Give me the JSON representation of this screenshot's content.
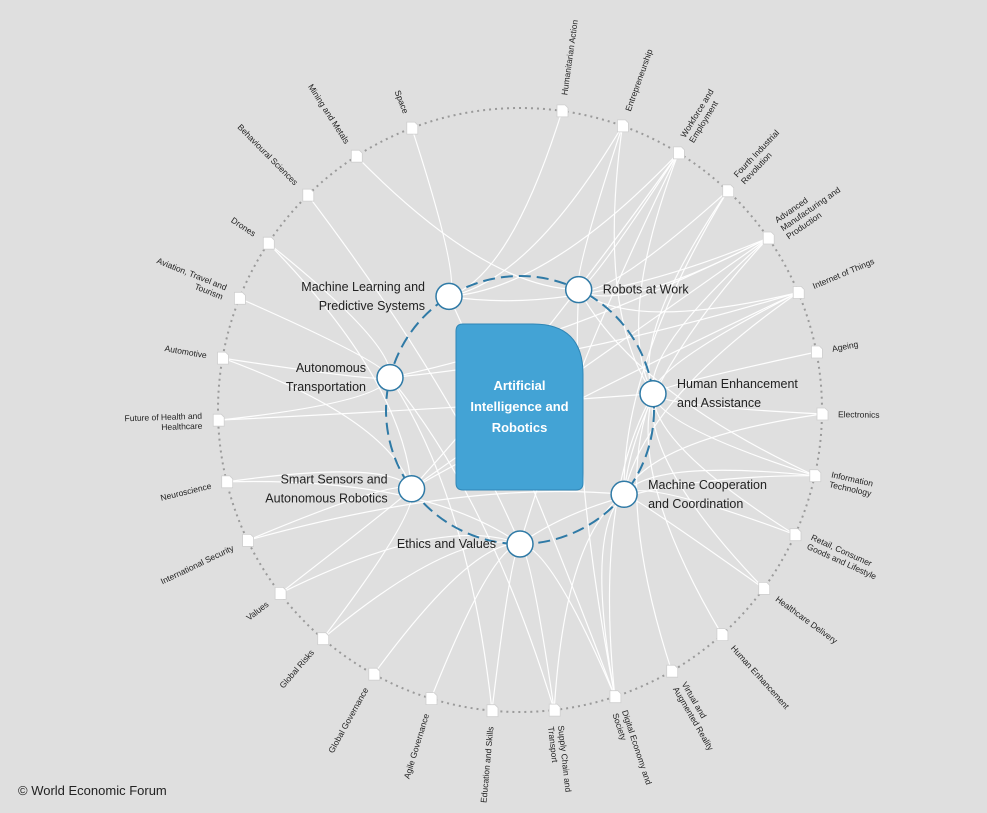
{
  "center": {
    "lines": [
      "Artificial",
      "Intelligence and",
      "Robotics"
    ],
    "color": "#43a3d5"
  },
  "subtopics": [
    {
      "lines": [
        "Machine Learning and",
        "Predictive Systems"
      ]
    },
    {
      "lines": [
        "Robots at Work"
      ]
    },
    {
      "lines": [
        "Human Enhancement",
        "and Assistance"
      ]
    },
    {
      "lines": [
        "Machine Cooperation",
        "and Coordination"
      ]
    },
    {
      "lines": [
        "Ethics and Values"
      ]
    },
    {
      "lines": [
        "Smart Sensors and",
        "Autonomous Robotics"
      ]
    },
    {
      "lines": [
        "Autonomous",
        "Transportation"
      ]
    }
  ],
  "topics": [
    {
      "lines": [
        "Humanitarian Action"
      ]
    },
    {
      "lines": [
        "Entrepreneurship"
      ]
    },
    {
      "lines": [
        "Workforce and",
        "Employment"
      ]
    },
    {
      "lines": [
        "Fourth Industrial",
        "Revolution"
      ]
    },
    {
      "lines": [
        "Advanced",
        "Manufacturing and",
        "Production"
      ]
    },
    {
      "lines": [
        "Internet of Things"
      ]
    },
    {
      "lines": [
        "Ageing"
      ]
    },
    {
      "lines": [
        "Electronics"
      ]
    },
    {
      "lines": [
        "Information",
        "Technology"
      ]
    },
    {
      "lines": [
        "Retail, Consumer",
        "Goods and Lifestyle"
      ]
    },
    {
      "lines": [
        "Healthcare Delivery"
      ]
    },
    {
      "lines": [
        "Human Enhancement"
      ]
    },
    {
      "lines": [
        "Virtual and",
        "Augmented Reality"
      ]
    },
    {
      "lines": [
        "Digital Economy and",
        "Society"
      ]
    },
    {
      "lines": [
        "Supply Chain and",
        "Transport"
      ]
    },
    {
      "lines": [
        "Education and Skills"
      ]
    },
    {
      "lines": [
        "Agile Governance"
      ]
    },
    {
      "lines": [
        "Global Governance"
      ]
    },
    {
      "lines": [
        "Global Risks"
      ]
    },
    {
      "lines": [
        "Values"
      ]
    },
    {
      "lines": [
        "International Security"
      ]
    },
    {
      "lines": [
        "Neuroscience"
      ]
    },
    {
      "lines": [
        "Future of Health and",
        "Healthcare"
      ]
    },
    {
      "lines": [
        "Automotive"
      ]
    },
    {
      "lines": [
        "Aviation, Travel and",
        "Tourism"
      ]
    },
    {
      "lines": [
        "Drones"
      ]
    },
    {
      "lines": [
        "Behavioural Sciences"
      ]
    },
    {
      "lines": [
        "Mining and Metals"
      ]
    },
    {
      "lines": [
        "Space"
      ]
    }
  ],
  "links": [
    [
      0,
      1
    ],
    [
      0,
      2
    ],
    [
      0,
      4
    ],
    [
      0,
      13
    ],
    [
      1,
      1
    ],
    [
      1,
      2
    ],
    [
      1,
      3
    ],
    [
      1,
      4
    ],
    [
      1,
      5
    ],
    [
      1,
      13
    ],
    [
      1,
      27
    ],
    [
      2,
      2
    ],
    [
      2,
      3
    ],
    [
      2,
      4
    ],
    [
      2,
      5
    ],
    [
      2,
      6
    ],
    [
      2,
      7
    ],
    [
      2,
      8
    ],
    [
      2,
      9
    ],
    [
      2,
      10
    ],
    [
      2,
      11
    ],
    [
      2,
      12
    ],
    [
      2,
      13
    ],
    [
      2,
      22
    ],
    [
      3,
      3
    ],
    [
      3,
      4
    ],
    [
      3,
      5
    ],
    [
      3,
      8
    ],
    [
      3,
      9
    ],
    [
      3,
      10
    ],
    [
      3,
      13
    ],
    [
      3,
      14
    ],
    [
      3,
      20
    ],
    [
      4,
      2
    ],
    [
      4,
      13
    ],
    [
      4,
      14
    ],
    [
      4,
      15
    ],
    [
      4,
      16
    ],
    [
      4,
      17
    ],
    [
      4,
      18
    ],
    [
      4,
      19
    ],
    [
      4,
      21
    ],
    [
      4,
      26
    ],
    [
      4,
      8
    ],
    [
      5,
      4
    ],
    [
      5,
      5
    ],
    [
      5,
      18
    ],
    [
      5,
      19
    ],
    [
      5,
      20
    ],
    [
      5,
      21
    ],
    [
      5,
      23
    ],
    [
      5,
      25
    ],
    [
      6,
      4
    ],
    [
      6,
      14
    ],
    [
      6,
      22
    ],
    [
      6,
      23
    ],
    [
      6,
      24
    ],
    [
      6,
      25
    ],
    [
      6,
      15
    ],
    [
      1,
      8
    ],
    [
      2,
      1
    ],
    [
      3,
      7
    ],
    [
      6,
      5
    ],
    [
      0,
      28
    ],
    [
      0,
      0
    ],
    [
      5,
      2
    ]
  ],
  "footer": {
    "copyright": "© World Economic Forum"
  }
}
